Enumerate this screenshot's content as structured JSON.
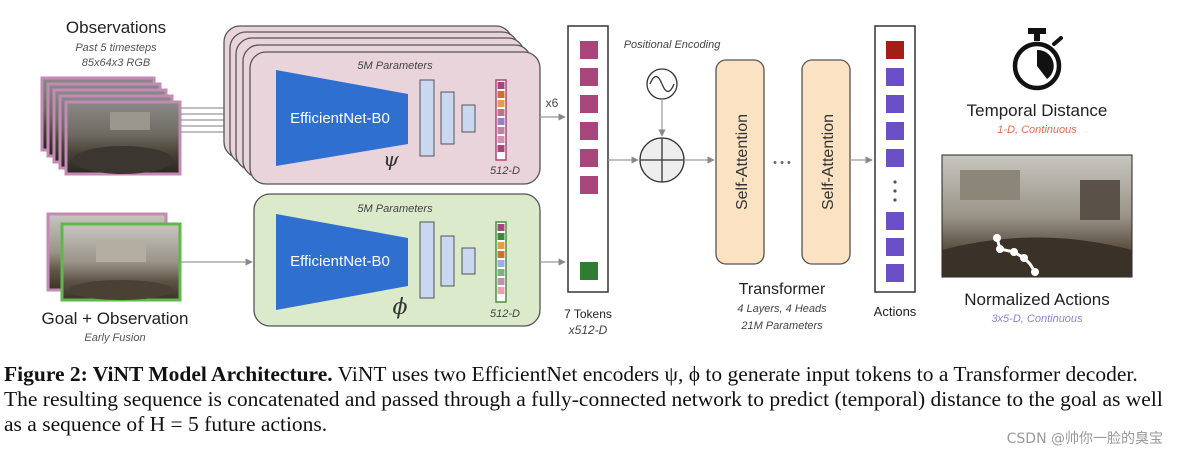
{
  "observations": {
    "title": "Observations",
    "subtitle": "Past 5 timesteps",
    "dims": "85x64x3 RGB"
  },
  "goal": {
    "title": "Goal + Observation",
    "subtitle": "Early Fusion"
  },
  "obs_encoder": {
    "params": "5M Parameters",
    "name": "EfficientNet-B0",
    "symbol": "ψ",
    "dim": "512-D",
    "repeat": "x6"
  },
  "goal_encoder": {
    "params": "5M Parameters",
    "name": "EfficientNet-B0",
    "symbol": "ϕ",
    "dim": "512-D"
  },
  "tokens": {
    "label": "7 Tokens",
    "sublabel": "x512-D"
  },
  "positional_encoding": "Positional Encoding",
  "transformer": {
    "layer_label": "Self-Attention",
    "ellipsis": "• • •",
    "title": "Transformer",
    "spec1": "4 Layers, 4 Heads",
    "spec2": "21M Parameters"
  },
  "actions_label": "Actions",
  "temporal_distance": {
    "title": "Temporal Distance",
    "subtitle": "1-D, Continuous"
  },
  "normalized_actions": {
    "title": "Normalized Actions",
    "subtitle": "3x5-D, Continuous"
  },
  "caption": {
    "figure": "Figure 2: ViNT Model Architecture.",
    "text": " ViNT uses two EfficientNet encoders ψ, ϕ to generate input tokens to a Transformer decoder. The resulting sequence is concatenated and passed through a fully-connected network to predict (temporal) distance to the goal as well as a sequence of H = 5 future actions."
  },
  "watermark": "CSDN @帅你一脸的臭宝",
  "colors": {
    "obs_panel": "#ead4dc",
    "goal_panel": "#dbeacb",
    "encoder_blue": "#2f6fd0",
    "layer_blue": "#c9d8f0",
    "obs_token": "#a8457a",
    "goal_token": "#2e7d32",
    "transformer_fill": "#fbe2c2",
    "action_red": "#a31e14",
    "action_purple": "#6a4fc7",
    "temporal_subtitle": "#e07050",
    "actions_subtitle": "#9080d8"
  }
}
